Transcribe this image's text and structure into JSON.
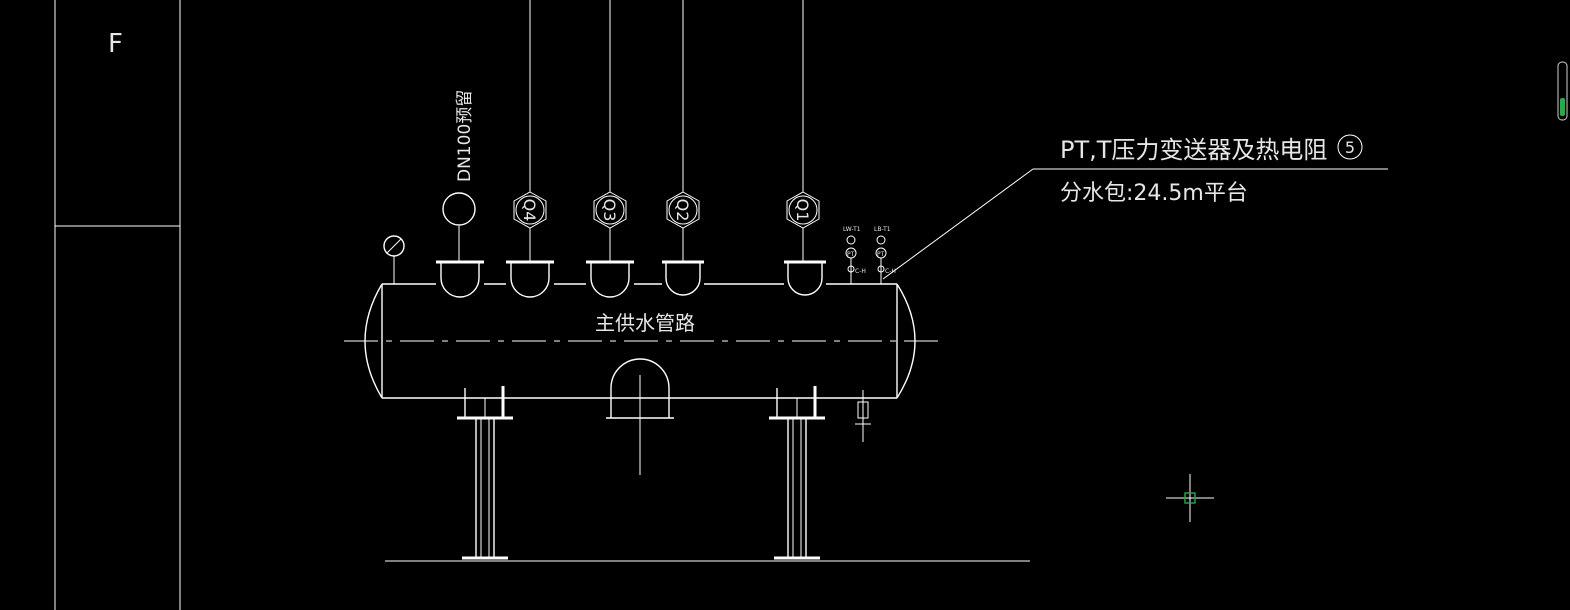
{
  "title_block": {
    "grid_letter": "F"
  },
  "instruments": {
    "pipe_labels": [
      "Q4",
      "Q3",
      "Q2",
      "Q1"
    ],
    "side_outlet_label": "DN100预留",
    "small_gauge_labels": [
      "LW-T1",
      "LB-T1"
    ],
    "small_sub_labels": [
      "PT",
      "PT"
    ],
    "small_bottom_labels": [
      "C-H",
      "C-H"
    ]
  },
  "vessel": {
    "name": "主供水管路"
  },
  "callout": {
    "line1": "PT,T压力变送器及热电阻",
    "item_no": "5",
    "line2": "分水包:24.5m平台"
  },
  "colors": {
    "background": "#000000",
    "lines": "#ffffff",
    "cursor": "#2aa84a"
  }
}
